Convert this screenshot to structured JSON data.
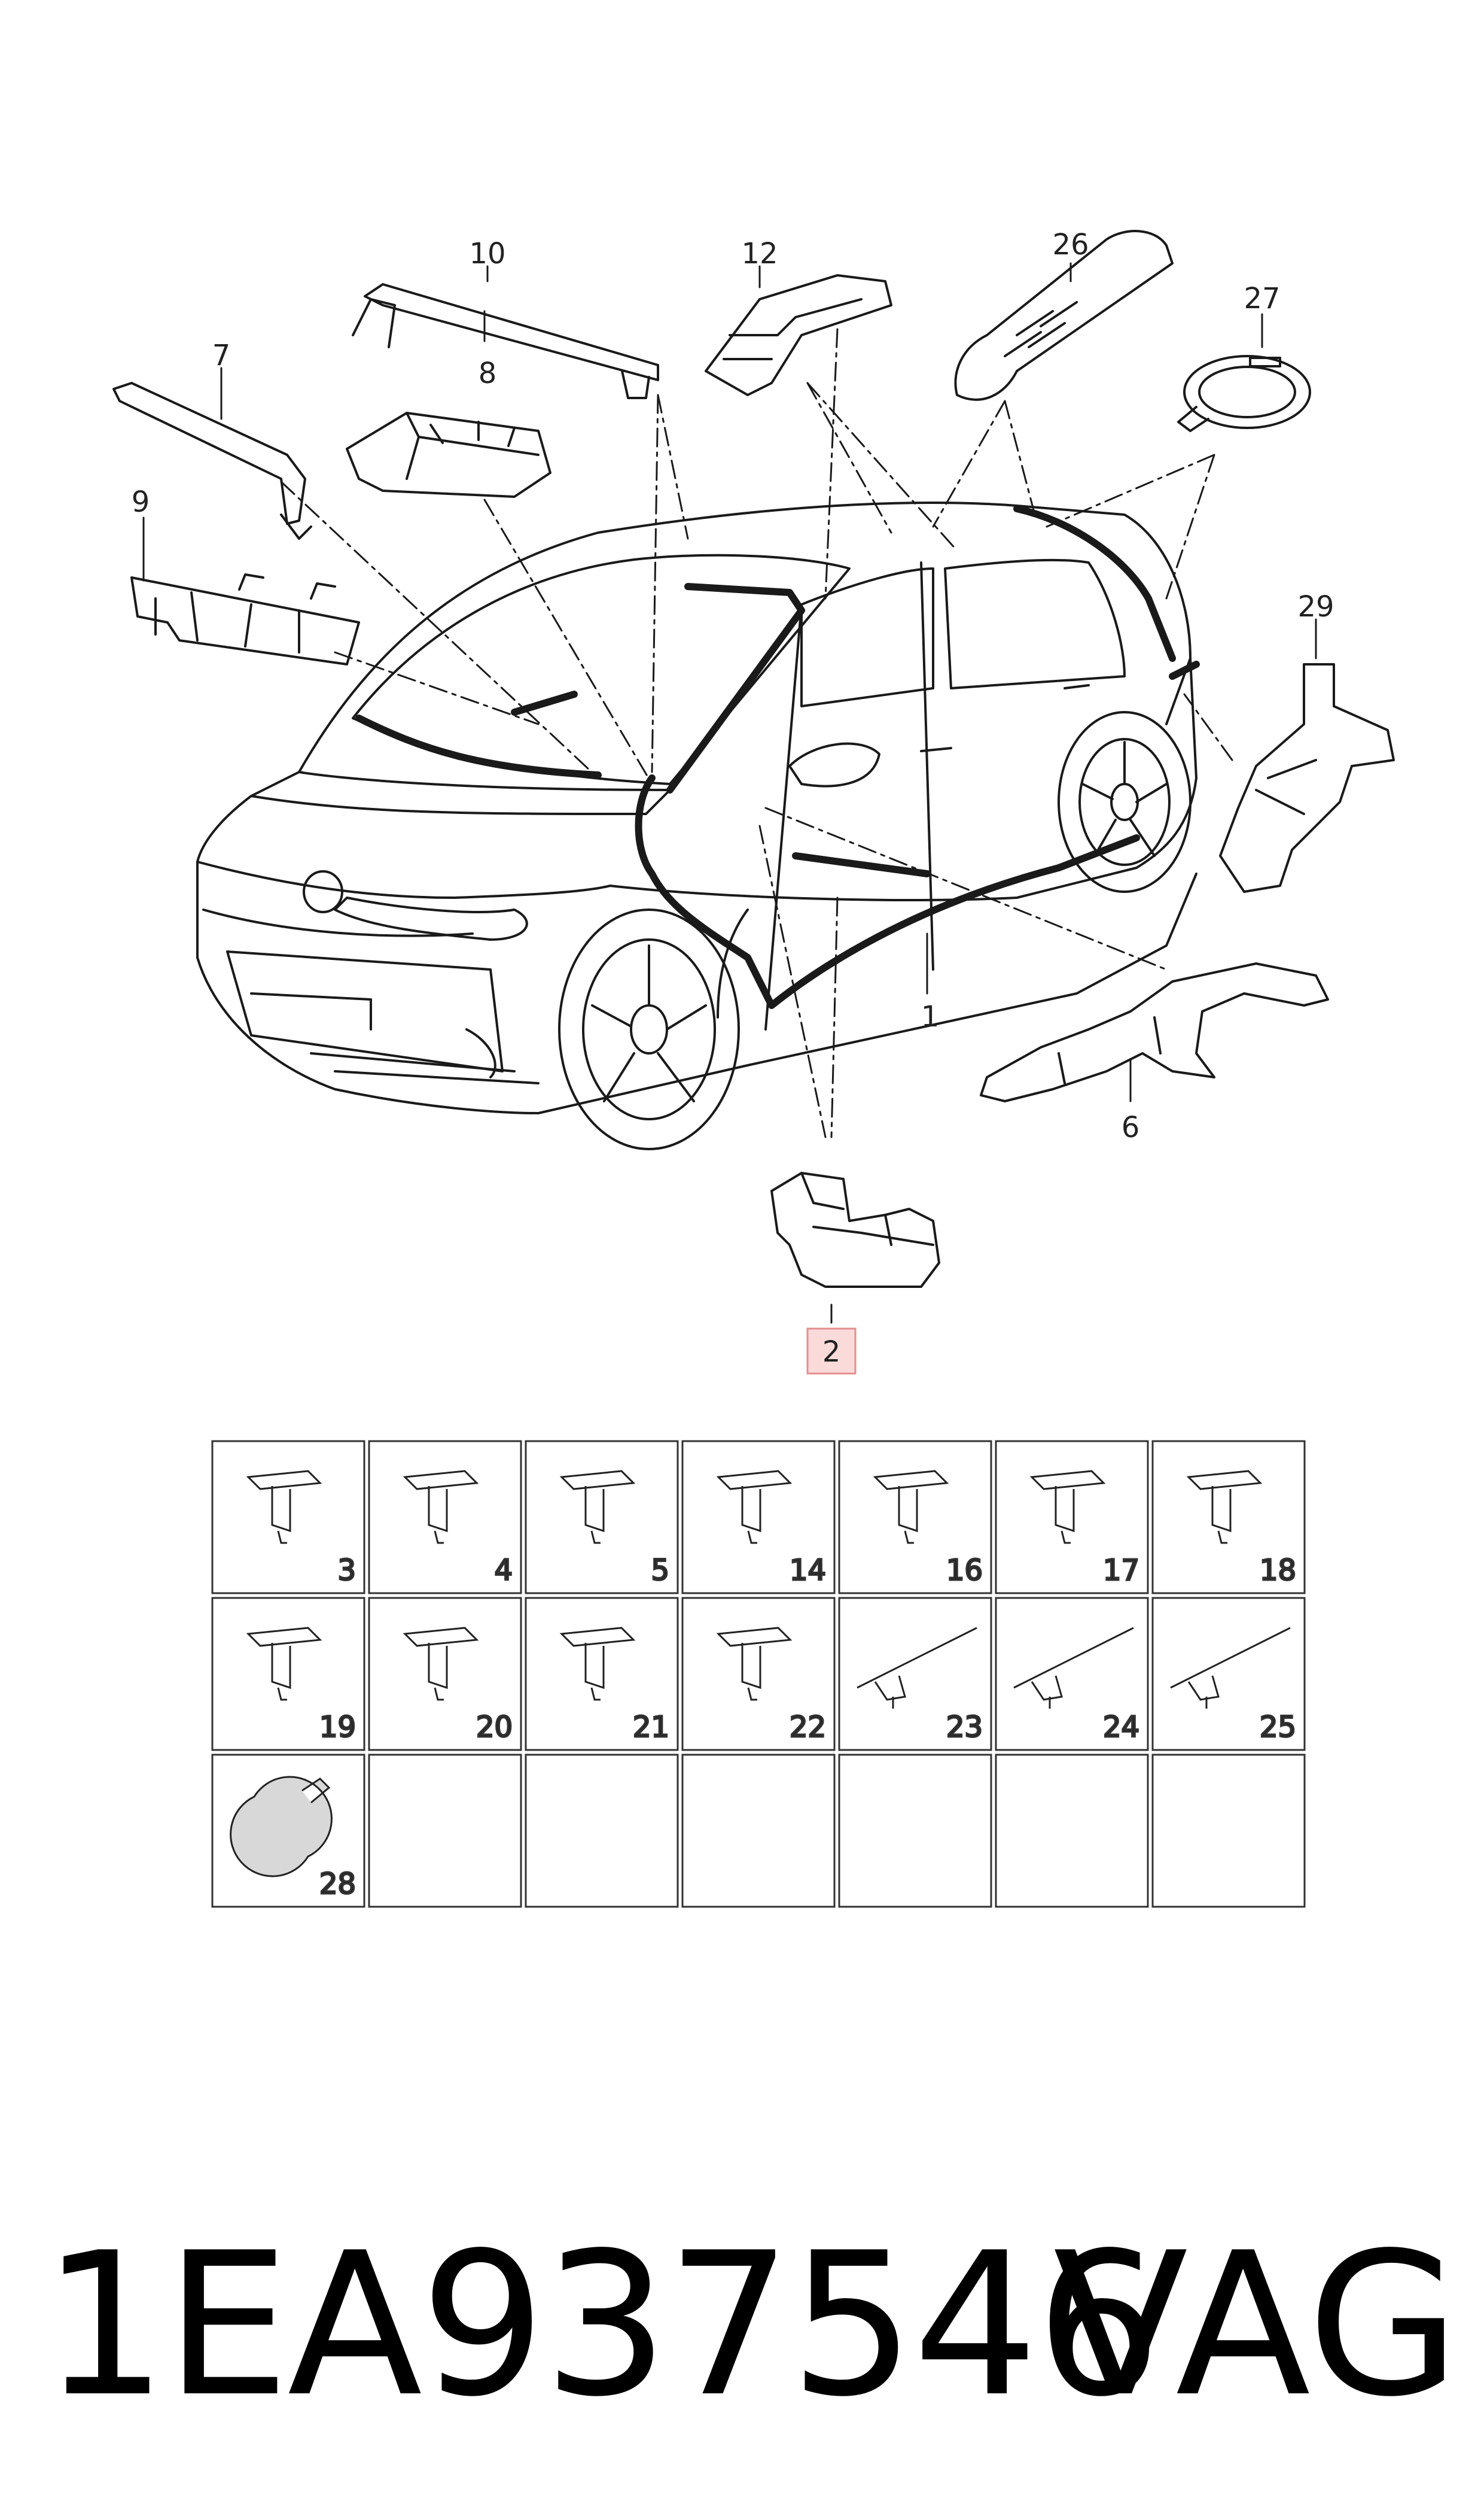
{
  "callouts": [
    "1",
    "2",
    "6",
    "7",
    "8",
    "9",
    "10",
    "12",
    "26",
    "27",
    "29"
  ],
  "grid_cells": [
    {
      "num": "3",
      "icon": "clip-icon"
    },
    {
      "num": "4",
      "icon": "clip-icon"
    },
    {
      "num": "5",
      "icon": "clip-icon"
    },
    {
      "num": "14",
      "icon": "clip-icon"
    },
    {
      "num": "16",
      "icon": "clip-icon"
    },
    {
      "num": "17",
      "icon": "clip-icon"
    },
    {
      "num": "18",
      "icon": "clip-icon"
    },
    {
      "num": "19",
      "icon": "clip-icon"
    },
    {
      "num": "20",
      "icon": "clip-icon"
    },
    {
      "num": "21",
      "icon": "clip-icon"
    },
    {
      "num": "22",
      "icon": "clip-icon"
    },
    {
      "num": "23",
      "icon": "cable-tie-icon"
    },
    {
      "num": "24",
      "icon": "cable-tie-icon"
    },
    {
      "num": "25",
      "icon": "cable-tie-icon"
    },
    {
      "num": "28",
      "icon": "grommet-icon"
    },
    {
      "num": "",
      "icon": ""
    },
    {
      "num": "",
      "icon": ""
    },
    {
      "num": "",
      "icon": ""
    },
    {
      "num": "",
      "icon": ""
    },
    {
      "num": "",
      "icon": ""
    },
    {
      "num": "",
      "icon": ""
    }
  ],
  "highlight": {
    "label": "2",
    "color": "#f4b7b7"
  },
  "part_number": "1EA937546",
  "brand": "VAG"
}
